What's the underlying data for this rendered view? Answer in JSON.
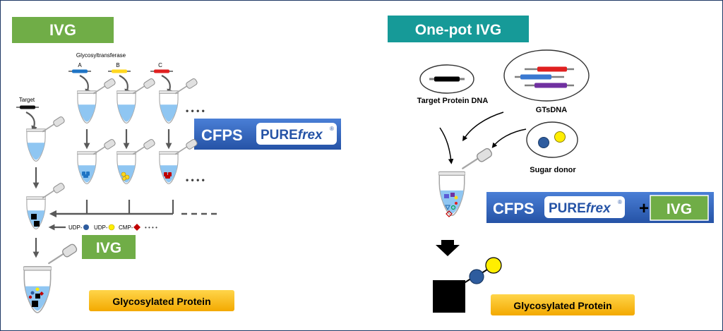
{
  "ivg_panel": {
    "title": "IVG",
    "glycosyltransferase_label": "Glycosyltransferase",
    "enzyme_letters": [
      "A",
      "B",
      "C"
    ],
    "target_label": "Target",
    "ellipsis": "• • • •",
    "cfps_label": "CFPS",
    "purefrex_brand": "PURE",
    "purefrex_suffix": "frex",
    "registered_mark": "®",
    "donors": [
      "UDP-",
      "UDP-",
      "CMP-"
    ],
    "donor_ellipsis": "• • • •",
    "ivg_step_label": "IVG",
    "result_label": "Glycosylated Protein"
  },
  "onepot_panel": {
    "title": "One-pot IVG",
    "target_dna_label": "Target Protein DNA",
    "gts_dna_label": "GTsDNA",
    "sugar_donor_label": "Sugar donor",
    "cfps_label": "CFPS",
    "purefrex_brand": "PURE",
    "purefrex_suffix": "frex",
    "registered_mark": "®",
    "plus": "+",
    "ivg_label": "IVG",
    "result_label": "Glycosylated Protein"
  },
  "colors": {
    "ivg_green": "#70ad47",
    "teal": "#169a98",
    "cfps_blue": "#2f5fb3",
    "gold": "#ffc000",
    "enzyme_a": "#1f74c4",
    "enzyme_b": "#ffd71f",
    "enzyme_c": "#e02020",
    "liquid": "#8fc6f2",
    "sugar_blue": "#2e5c9e",
    "sugar_yellow": "#ffee00",
    "cmp_red": "#c00000",
    "arrow_gray": "#595959"
  },
  "icons": [
    "tube-icon",
    "pipette-icon",
    "dna-icon",
    "arrow-icon",
    "sugar-chain-icon",
    "protein-icon"
  ]
}
